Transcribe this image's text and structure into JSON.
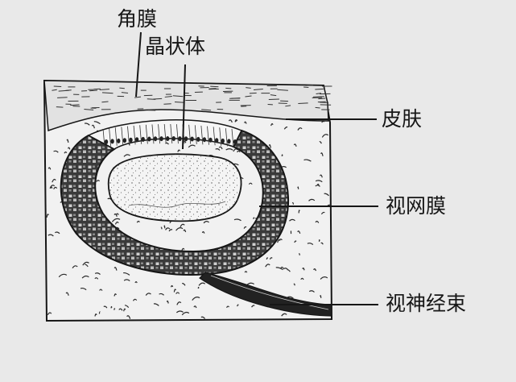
{
  "labels": {
    "cornea": "角膜",
    "lens": "晶状体",
    "skin": "皮肤",
    "retina": "视网膜",
    "optic_nerve": "视神经束"
  },
  "colors": {
    "paper": "#e9e9e9",
    "ink": "#161616",
    "tissue": "#f1f1f1",
    "retina_fill": "#3a3a3a",
    "lens_fill": "#f4f4f4"
  }
}
